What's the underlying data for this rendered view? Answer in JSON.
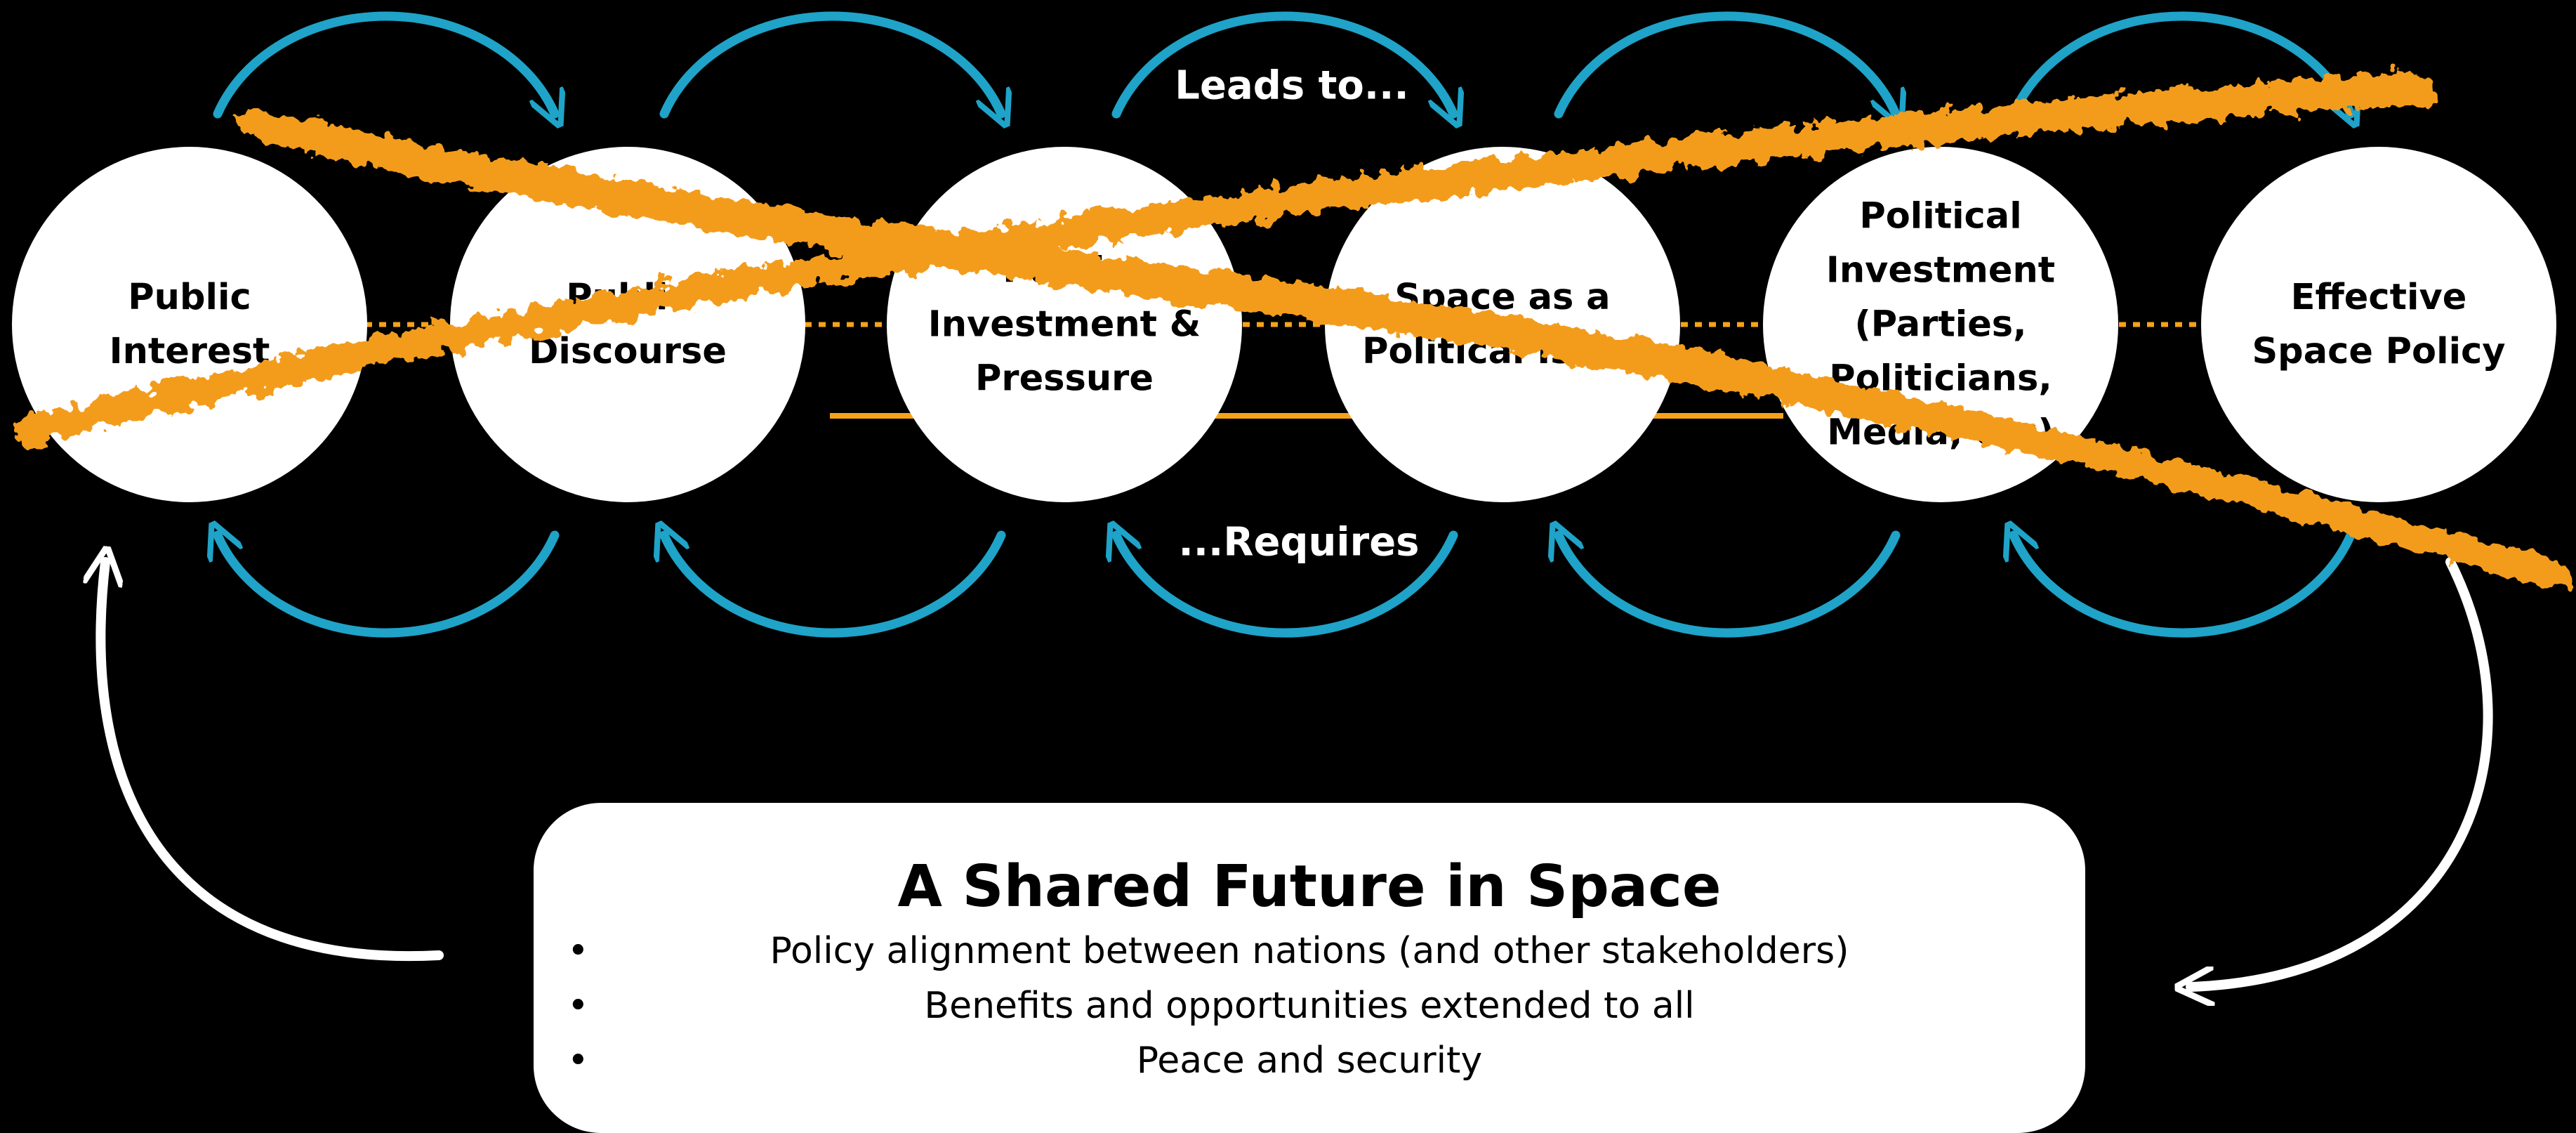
{
  "colors": {
    "background": "#000000",
    "cycle_arrow": "#1fa3c8",
    "loop_arrow": "#ffffff",
    "connector": "#f5a21b",
    "scribble": "#f39c1a",
    "node_fill": "#ffffff"
  },
  "nodes": [
    {
      "label": "Public\nInterest"
    },
    {
      "label": "Public\nDiscourse"
    },
    {
      "label": "Public\nInvestment &\nPressure"
    },
    {
      "label": "Space as a\nPolitical Issue"
    },
    {
      "label": "Political\nInvestment\n(Parties,\nPoliticians,\nMedia, etc)"
    },
    {
      "label": "Effective\nSpace Policy"
    }
  ],
  "flow_labels": {
    "forward": "Leads to...",
    "backward": "...Requires"
  },
  "summary": {
    "title": "A Shared Future in Space",
    "bullet_glyph": "•",
    "items": [
      "Policy alignment between nations (and other stakeholders)",
      "Benefits and opportunities extended to all",
      "Peace and security"
    ]
  },
  "icons": {
    "forward_arrow": "curved-arrow-right-icon",
    "backward_arrow": "curved-arrow-left-icon",
    "loop_arrow": "loop-arrow-icon"
  }
}
